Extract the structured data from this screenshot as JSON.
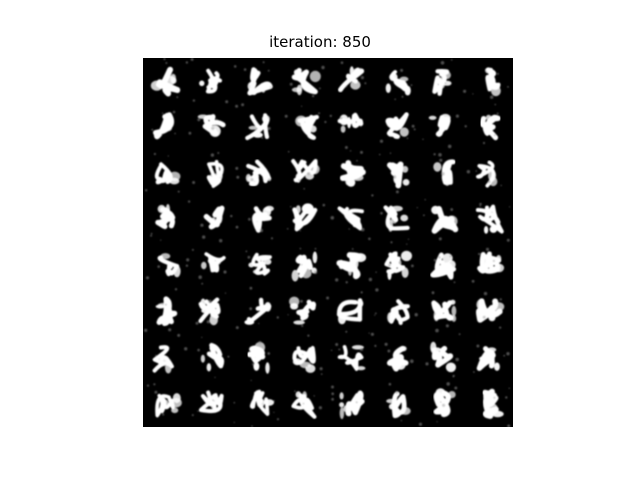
{
  "figure": {
    "title": "iteration: 850",
    "grid_rows": 8,
    "grid_cols": 8,
    "background_color": "#000000",
    "sample_color": "#ffffff",
    "content": "generated-digit-samples"
  }
}
